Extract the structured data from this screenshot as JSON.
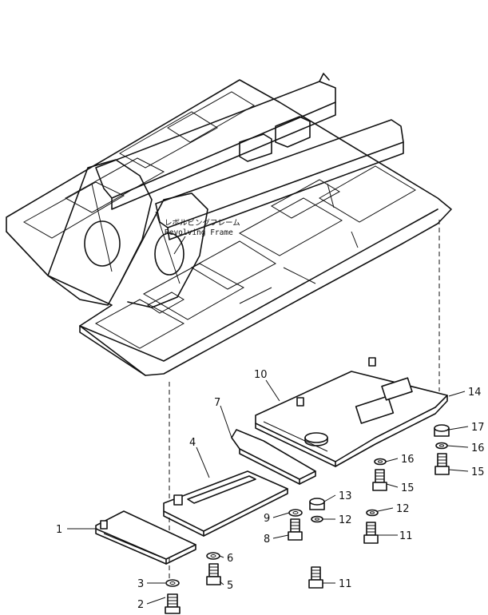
{
  "frame_label": {
    "japanese": "レボルビングフレーム",
    "english": "Revolving Frame"
  },
  "callouts": [
    {
      "id": "1",
      "text": "1"
    },
    {
      "id": "2",
      "text": "2"
    },
    {
      "id": "3",
      "text": "3"
    },
    {
      "id": "4",
      "text": "4"
    },
    {
      "id": "5",
      "text": "5"
    },
    {
      "id": "6",
      "text": "6"
    },
    {
      "id": "7",
      "text": "7"
    },
    {
      "id": "8",
      "text": "8"
    },
    {
      "id": "9",
      "text": "9"
    },
    {
      "id": "10",
      "text": "10"
    },
    {
      "id": "11a",
      "text": "11"
    },
    {
      "id": "11b",
      "text": "11"
    },
    {
      "id": "12a",
      "text": "12"
    },
    {
      "id": "12b",
      "text": "12"
    },
    {
      "id": "13",
      "text": "13"
    },
    {
      "id": "14",
      "text": "14"
    },
    {
      "id": "15a",
      "text": "15"
    },
    {
      "id": "15b",
      "text": "15"
    },
    {
      "id": "16a",
      "text": "16"
    },
    {
      "id": "16b",
      "text": "16"
    },
    {
      "id": "17",
      "text": "17"
    }
  ]
}
